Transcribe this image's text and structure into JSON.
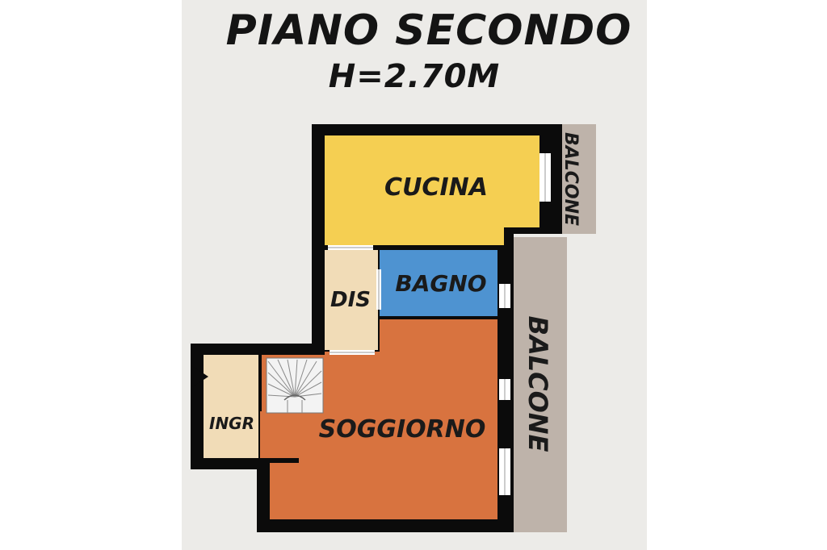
{
  "header": {
    "title": "PIANO SECONDO",
    "subtitle": "H=2.70M"
  },
  "rooms": {
    "cucina": "CUCINA",
    "bagno": "BAGNO",
    "dis": "DIS",
    "soggiorno": "SOGGIORNO",
    "ingr": "INGR",
    "balcone_top": "BALCONE",
    "balcone_right": "BALCONE"
  },
  "colors": {
    "cucina": "#f5cf52",
    "bagno": "#4e93d1",
    "dis": "#f1dcb7",
    "soggiorno": "#d8733f",
    "ingr": "#f1dcb7",
    "balcone": "#beb3aa",
    "wall": "#0b0b0b",
    "background": "#ecebe8"
  }
}
